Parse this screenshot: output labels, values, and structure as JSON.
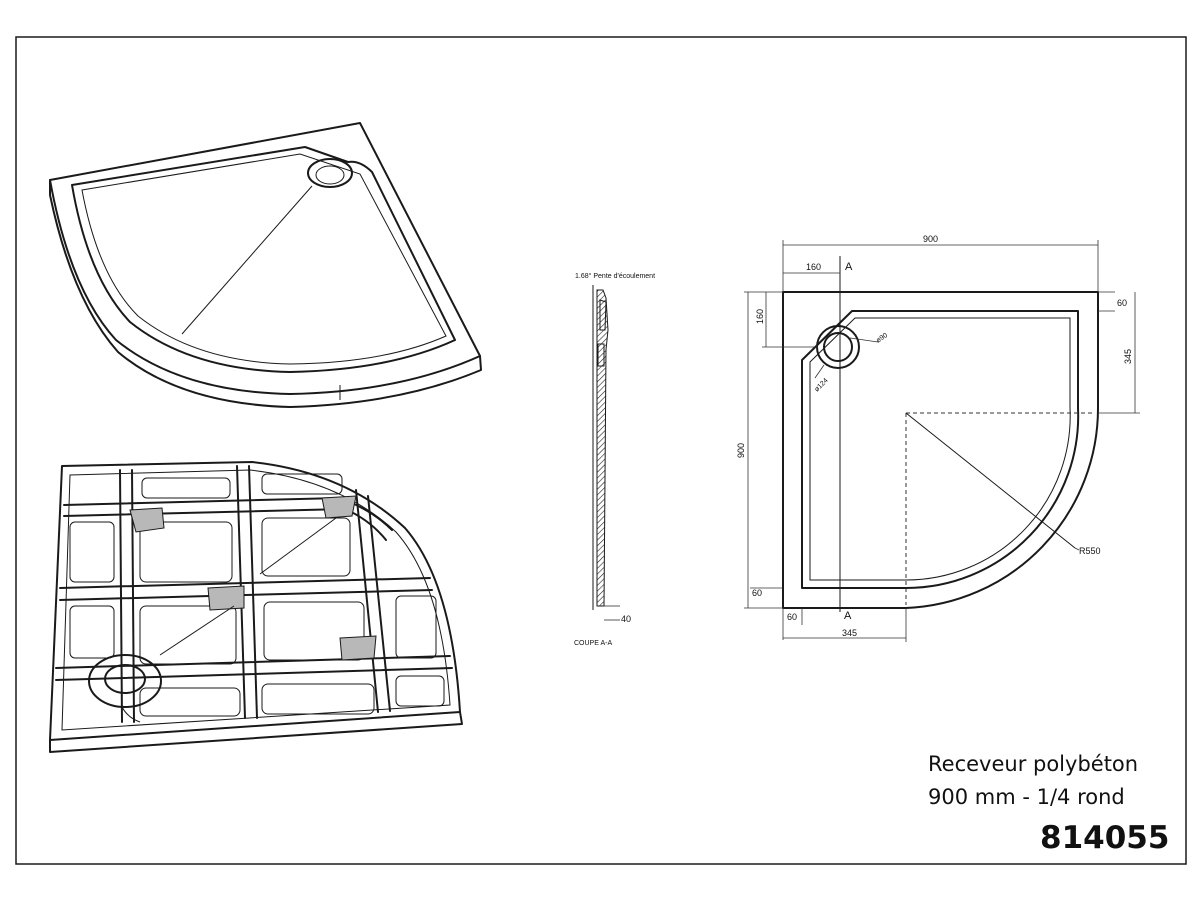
{
  "drawing": {
    "title_line1": "Receveur polybéton",
    "title_line2": "900 mm - 1/4 rond",
    "reference": "814055"
  },
  "section_view": {
    "slope_label": "1.68° Pente d'écoulement",
    "thickness": "40",
    "caption": "COUPE A-A"
  },
  "plan_view": {
    "width": "900",
    "height": "900",
    "drain_offset_x": "160",
    "drain_offset_y": "160",
    "section_mark_top": "A",
    "section_mark_bottom": "A",
    "rim_top": "60",
    "rim_left": "60",
    "rim_bottom": "60",
    "straight_right": "345",
    "straight_bottom": "345",
    "drain_inner_diameter": "ø90",
    "drain_outer_diameter": "ø124",
    "radius": "R550"
  }
}
